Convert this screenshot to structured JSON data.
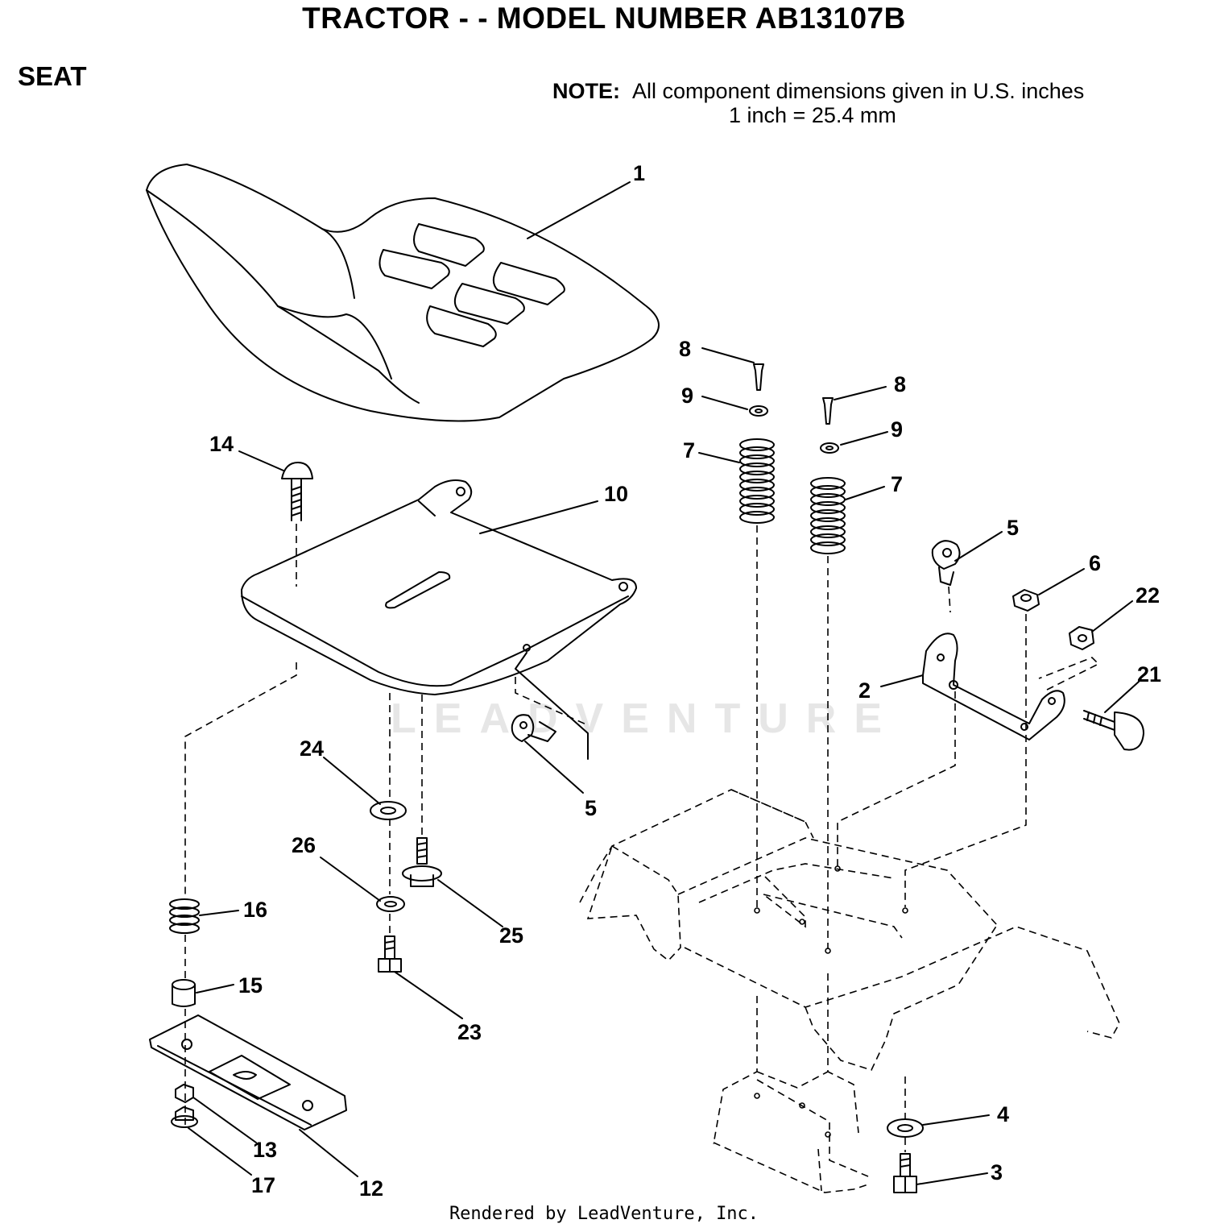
{
  "title": "TRACTOR - - MODEL NUMBER AB13107B",
  "section": "SEAT",
  "note": {
    "label": "NOTE:",
    "text": "All component dimensions given in U.S. inches",
    "conversion": "1 inch = 25.4 mm"
  },
  "watermark": "LEADVENTURE",
  "footer": "Rendered by LeadVenture, Inc.",
  "callouts": [
    "1",
    "14",
    "10",
    "8",
    "9",
    "7",
    "8",
    "9",
    "7",
    "5",
    "6",
    "22",
    "2",
    "21",
    "24",
    "5",
    "26",
    "25",
    "16",
    "15",
    "23",
    "13",
    "17",
    "12",
    "4",
    "3"
  ]
}
